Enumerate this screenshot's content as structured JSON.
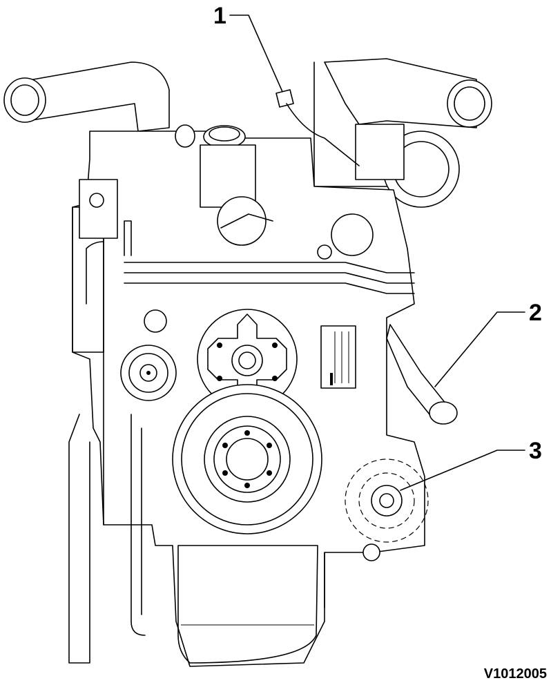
{
  "callouts": [
    {
      "number": "1"
    },
    {
      "number": "2"
    },
    {
      "number": "3"
    }
  ],
  "figure_code": "V1012005",
  "colors": {
    "line": "#000000",
    "background": "#ffffff"
  }
}
